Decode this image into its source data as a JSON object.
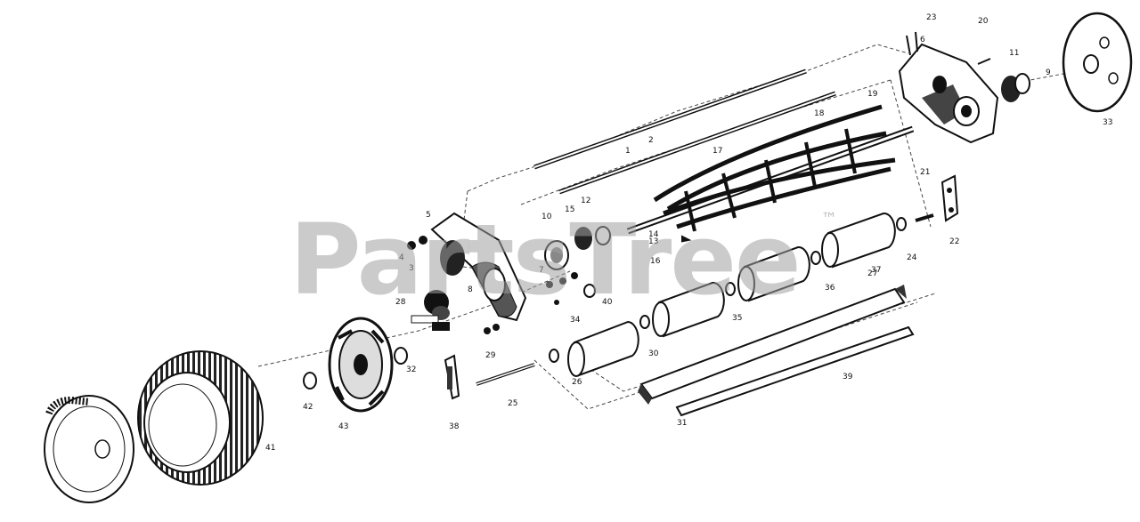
{
  "watermark": {
    "text": "PartsTree",
    "trademark": "™"
  },
  "callouts": [
    "1",
    "2",
    "3",
    "4",
    "5",
    "6",
    "7",
    "8",
    "9",
    "10",
    "11",
    "12",
    "13",
    "14",
    "15",
    "16",
    "17",
    "18",
    "19",
    "20",
    "21",
    "22",
    "23",
    "24",
    "25",
    "26",
    "27",
    "28",
    "29",
    "30",
    "31",
    "32",
    "33",
    "34",
    "35",
    "36",
    "37",
    "38",
    "39",
    "40",
    "41",
    "42",
    "43"
  ],
  "parts": [
    "hubcap",
    "tire",
    "drive-wheel",
    "pinion-gear",
    "side-plate-left",
    "bearing",
    "gear",
    "washer",
    "reel-shaft",
    "tie-rod",
    "tie-rod",
    "reel-blade",
    "roller",
    "roller",
    "roller",
    "roller",
    "bed-knife",
    "bed-bar",
    "side-plate-right",
    "bearing",
    "wheel-right",
    "link",
    "axle"
  ]
}
